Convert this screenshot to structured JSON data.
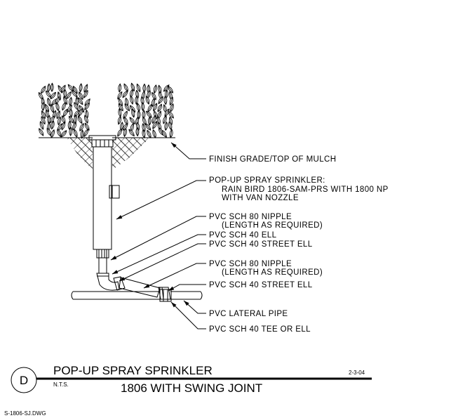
{
  "callouts": [
    "FINISH GRADE/TOP OF MULCH",
    "POP-UP SPRAY SPRINKLER:",
    "RAIN BIRD 1806-SAM-PRS WITH 1800 NP",
    "WITH VAN NOZZLE",
    "PVC SCH 80 NIPPLE",
    "(LENGTH AS REQUIRED)",
    "PVC SCH 40 ELL",
    "PVC SCH 40 STREET ELL",
    "PVC SCH 80 NIPPLE",
    "(LENGTH AS REQUIRED)",
    "PVC SCH 40 STREET ELL",
    "PVC LATERAL PIPE",
    "PVC SCH 40 TEE OR ELL"
  ],
  "title_block": {
    "detail_letter": "D",
    "title_line1": "POP-UP SPRAY SPRINKLER",
    "title_line2": "1806 WITH SWING JOINT",
    "scale": "N.T.S.",
    "date": "2-3-04"
  },
  "file_name": "S-1806-SJ.DWG"
}
